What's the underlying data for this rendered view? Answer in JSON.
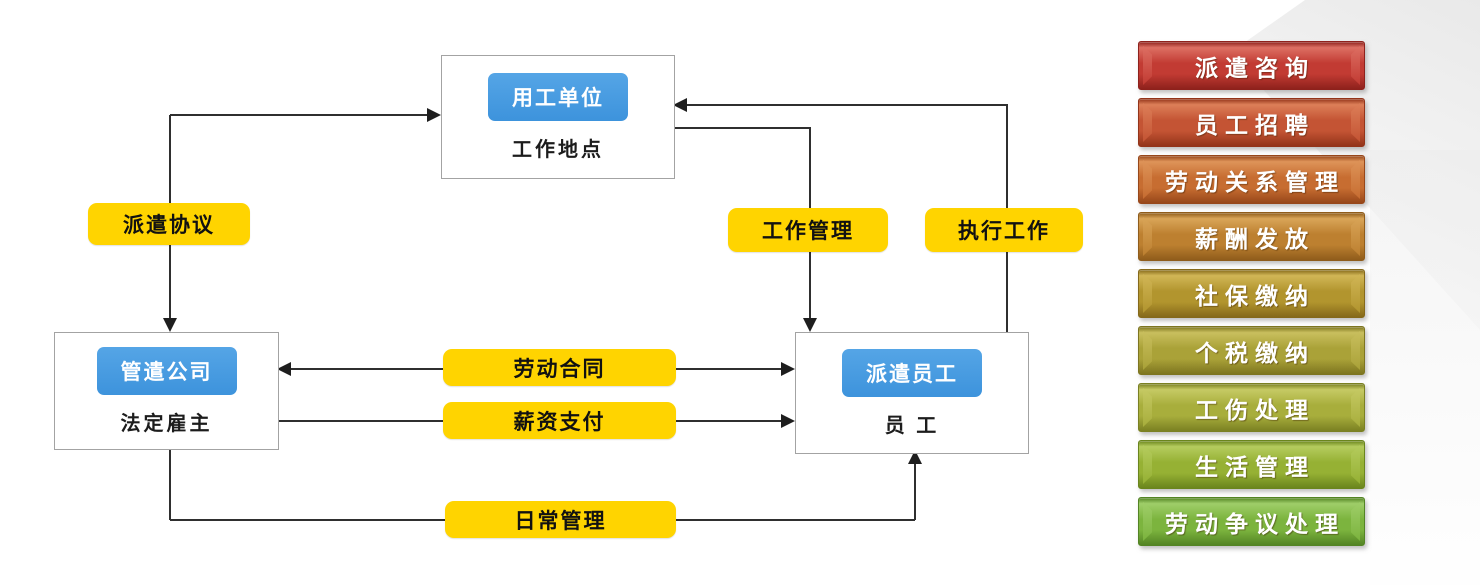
{
  "diagram": {
    "nodes": {
      "employer": {
        "title": "用工单位",
        "subtitle": "工作地点"
      },
      "agency": {
        "title": "管遣公司",
        "subtitle": "法定雇主"
      },
      "worker": {
        "title": "派遣员工",
        "subtitle": "员 工"
      }
    },
    "edges": {
      "dispatch_agreement": "派遣协议",
      "work_management": "工作管理",
      "execute_work": "执行工作",
      "labor_contract": "劳动合同",
      "salary_payment": "薪资支付",
      "daily_management": "日常管理"
    },
    "colors": {
      "node_pill_blue": "#3d93dc",
      "edge_label_yellow": "#ffd400",
      "connector": "#2f2f2f",
      "node_border": "#a3a3a3"
    }
  },
  "services": {
    "items": [
      {
        "label": "派遣咨询",
        "base": "#c23b33",
        "light": "#dd6f63",
        "dark": "#8e211c"
      },
      {
        "label": "员工招聘",
        "base": "#c45434",
        "light": "#dd7f58",
        "dark": "#93341a"
      },
      {
        "label": "劳动关系管理",
        "base": "#c76d31",
        "light": "#de9459",
        "dark": "#97471a"
      },
      {
        "label": "薪酬发放",
        "base": "#bd8030",
        "light": "#d9a558",
        "dark": "#8f5c1b"
      },
      {
        "label": "社保缴纳",
        "base": "#b2952e",
        "light": "#d1b656",
        "dark": "#85691a"
      },
      {
        "label": "个税缴纳",
        "base": "#aaa238",
        "light": "#c9bf5e",
        "dark": "#7d7520"
      },
      {
        "label": "工伤处理",
        "base": "#a8ae3c",
        "light": "#c6ca64",
        "dark": "#7a8022"
      },
      {
        "label": "生活管理",
        "base": "#96b134",
        "light": "#b5cc5e",
        "dark": "#6a851d"
      },
      {
        "label": "劳动争议处理",
        "base": "#7cb43e",
        "light": "#9fce69",
        "dark": "#538424"
      }
    ]
  }
}
